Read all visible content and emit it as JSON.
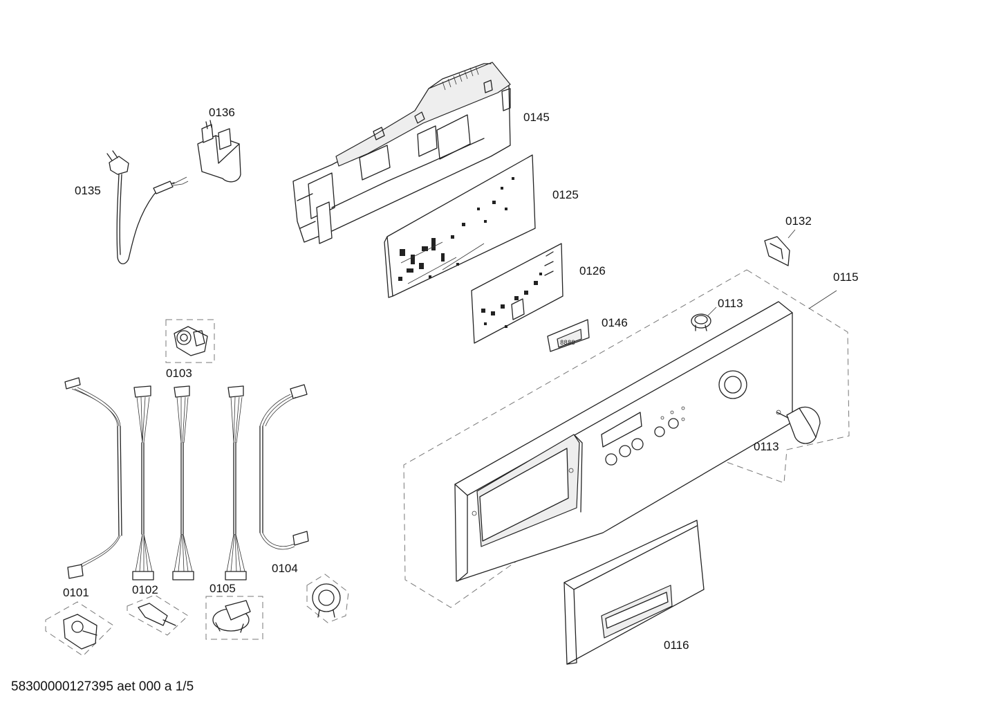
{
  "labels": {
    "p0145": "0145",
    "p0136": "0136",
    "p0135": "0135",
    "p0125": "0125",
    "p0132": "0132",
    "p0126": "0126",
    "p0115": "0115",
    "p0113a": "0113",
    "p0146": "0146",
    "p0103": "0103",
    "p0113b": "0113",
    "p0104": "0104",
    "p0101": "0101",
    "p0102": "0102",
    "p0105": "0105",
    "p0116": "0116"
  },
  "footer": "58300000127395 aet 000 a 1/5"
}
